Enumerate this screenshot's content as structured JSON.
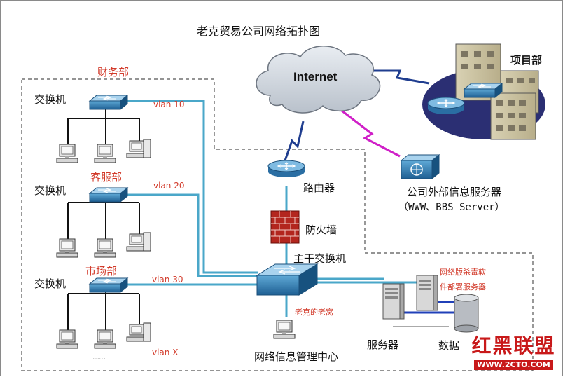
{
  "title": "老克贸易公司网络拓扑图",
  "internet": "Internet",
  "project_dept": "项目部",
  "finance_dept": "财务部",
  "service_dept": "客服部",
  "market_dept": "市场部",
  "switches": [
    "交换机",
    "交换机",
    "交换机"
  ],
  "vlans": [
    "vlan 10",
    "vlan 20",
    "vlan 30",
    "vlan X"
  ],
  "ellipsis": "……",
  "router": "路由器",
  "firewall": "防火墙",
  "core_switch": "主干交换机",
  "ext_server_line1": "公司外部信息服务器",
  "ext_server_line2": "（WWW、BBS Server）",
  "antivirus_line1": "网络版杀毒软",
  "antivirus_line2": "件部署服务器",
  "laoke_nest": "老克的老窝",
  "mgmt_center": "网络信息管理中心",
  "servers": "服务器",
  "database_partial": "数据",
  "watermark": {
    "brand": "红黑联盟",
    "site": "WWW.2CTO.COM"
  },
  "colors": {
    "cable": "#4aa7c9",
    "wan_link": "#1f3d8f",
    "magenta_link": "#d020c8",
    "label_red": "#d23a2a"
  }
}
